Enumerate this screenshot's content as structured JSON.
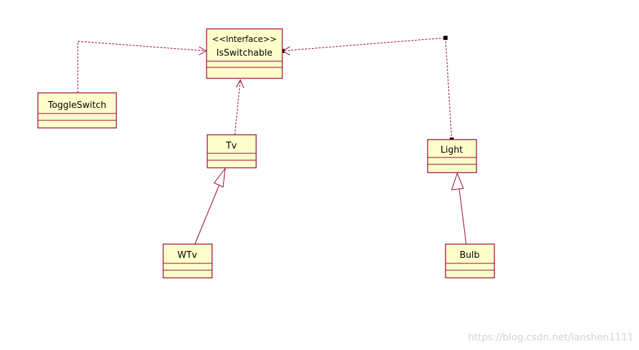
{
  "diagram": {
    "classes": {
      "isswitchable": {
        "stereotype": "<<Interface>>",
        "name": "IsSwitchable"
      },
      "toggleswitch": {
        "name": "ToggleSwitch"
      },
      "tv": {
        "name": "Tv"
      },
      "wtv": {
        "name": "WTv"
      },
      "light": {
        "name": "Light"
      },
      "bulb": {
        "name": "Bulb"
      }
    },
    "colors": {
      "box_fill": "#ffffcc",
      "line": "#990033",
      "text": "#000000"
    }
  },
  "watermark": "https://blog.csdn.net/lanshen1111"
}
